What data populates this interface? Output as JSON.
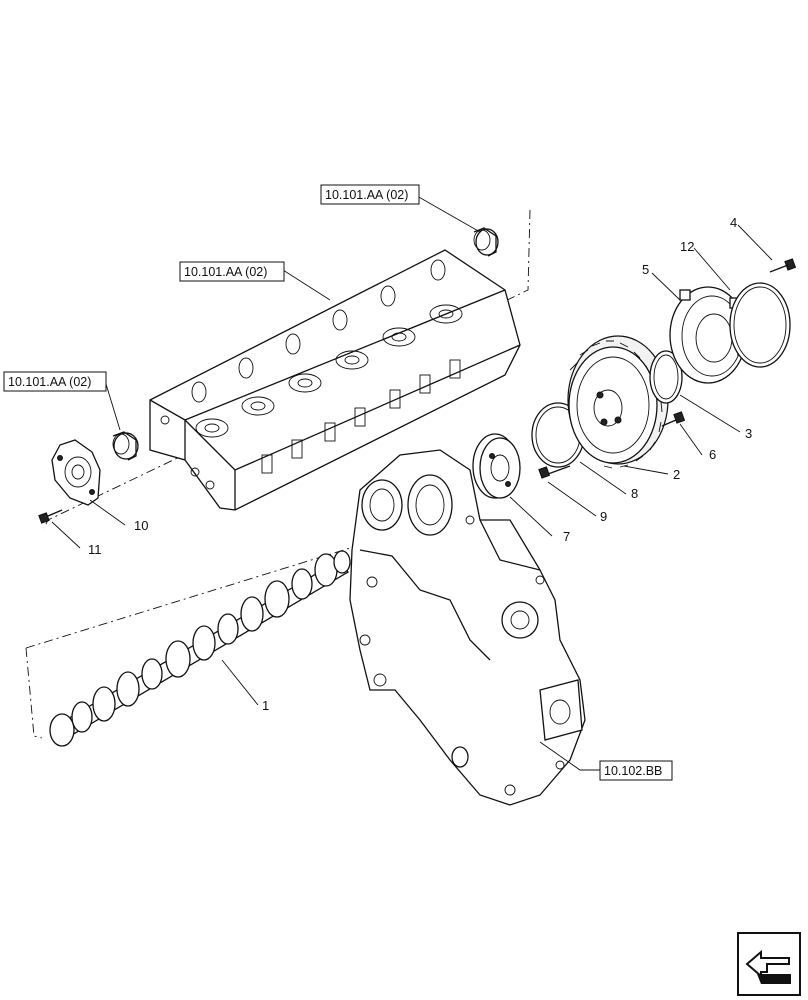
{
  "references": {
    "ref_top": "10.101.AA (02)",
    "ref_head": "10.101.AA (02)",
    "ref_left": "10.101.AA (02)",
    "ref_cover": "10.102.BB"
  },
  "callouts": [
    "1",
    "2",
    "3",
    "4",
    "5",
    "6",
    "7",
    "8",
    "9",
    "10",
    "11",
    "12"
  ],
  "parts": {
    "p1": "camshaft",
    "p2": "camshaft-gear",
    "p3": "o-ring",
    "p4": "bolt",
    "p5": "cover-plate",
    "p6": "bolt",
    "p7": "hub",
    "p8": "o-ring",
    "p9": "bolt",
    "p10": "rear-cover",
    "p11": "bolt",
    "p12": "gasket"
  },
  "icons": {
    "nav": "arrow-icon"
  }
}
